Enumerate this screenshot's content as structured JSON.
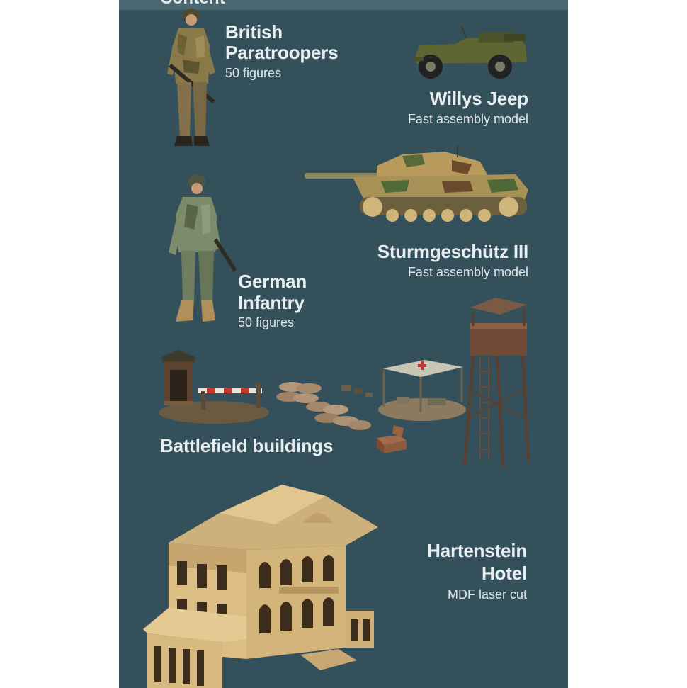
{
  "header": {
    "partial_heading": "Content"
  },
  "items": {
    "paratroopers": {
      "title_line1": "British",
      "title_line2": "Paratroopers",
      "subtitle": "50 figures"
    },
    "jeep": {
      "title": "Willys Jeep",
      "subtitle": "Fast assembly model"
    },
    "stug": {
      "title": "Sturmgeschütz III",
      "subtitle": "Fast assembly model"
    },
    "infantry": {
      "title_line1": "German",
      "title_line2": "Infantry",
      "subtitle": "50 figures"
    },
    "buildings": {
      "title": "Battlefield buildings"
    },
    "hotel": {
      "title_line1": "Hartenstein",
      "title_line2": "Hotel",
      "subtitle": "MDF laser cut"
    }
  },
  "colors": {
    "panel_background": "#34505b",
    "text_primary": "#e8eef0",
    "khaki": "#8a7a4a",
    "olive": "#5d6533",
    "field_grey": "#7c8b6a",
    "mdf_wood": "#d9b97a"
  },
  "images": [
    "british-paratrooper-figure",
    "willys-jeep-model",
    "sturmgeschutz-tank-model",
    "german-infantry-figure",
    "sentry-box-and-barrier",
    "sandbag-wall",
    "medical-tent",
    "watch-tower",
    "hartenstein-hotel-model"
  ]
}
